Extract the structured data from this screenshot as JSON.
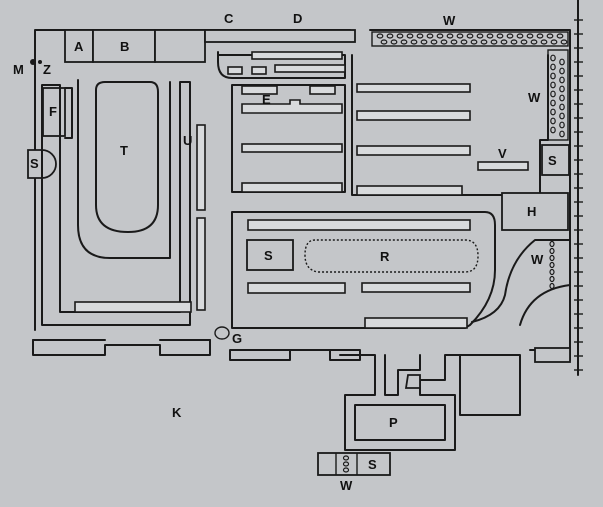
{
  "labels": {
    "A": "A",
    "B": "B",
    "C": "C",
    "D": "D",
    "E": "E",
    "F": "F",
    "G": "G",
    "H": "H",
    "K": "K",
    "M": "M",
    "P": "P",
    "R": "R",
    "T": "T",
    "U": "U",
    "V": "V",
    "Z": "Z",
    "S_left": "S",
    "S_right": "S",
    "S_middle": "S",
    "S_bottom": "S",
    "W_top": "W",
    "W_right_upper": "W",
    "W_right_lower": "W",
    "W_bottom": "W"
  }
}
